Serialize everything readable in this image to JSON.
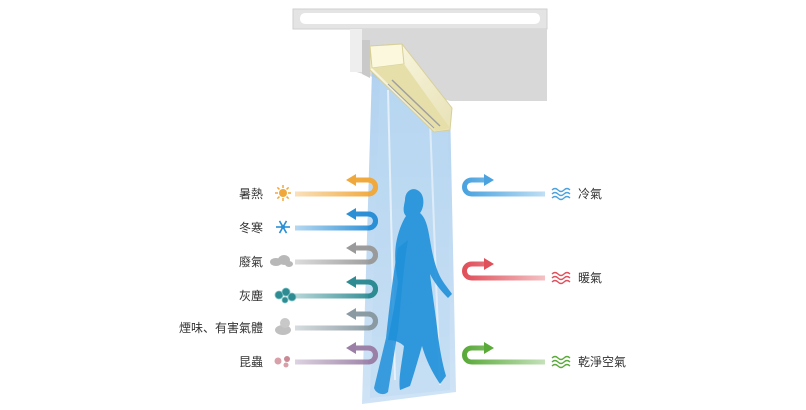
{
  "diagram": {
    "left_items": [
      {
        "label": "暑熱",
        "icon": "sun-icon",
        "color": "#f0a83c"
      },
      {
        "label": "冬寒",
        "icon": "snowflake-icon",
        "color": "#2b8fd6"
      },
      {
        "label": "廢氣",
        "icon": "exhaust-cloud-icon",
        "color": "#9a9a9a"
      },
      {
        "label": "灰塵",
        "icon": "dust-icon",
        "color": "#2e8b92"
      },
      {
        "label": "煙味、有害氣體",
        "icon": "smoke-icon",
        "color": "#8a9aa3"
      },
      {
        "label": "昆蟲",
        "icon": "insect-icon",
        "color": "#9b7fa6"
      }
    ],
    "right_items": [
      {
        "label": "冷氣",
        "icon": "cool-wave-icon",
        "color": "#4aa3df"
      },
      {
        "label": "暖氣",
        "icon": "warm-wave-icon",
        "color": "#e0505a"
      },
      {
        "label": "乾淨空氣",
        "icon": "clean-wave-icon",
        "color": "#5aaa3a"
      }
    ],
    "colors": {
      "ceiling": "#dcdcdc",
      "ceiling_edge": "#c8c8c8",
      "curtain_unit": "#f7f3d4",
      "air_curtain": "#a9cdee",
      "person": "#1f8fd9"
    }
  }
}
